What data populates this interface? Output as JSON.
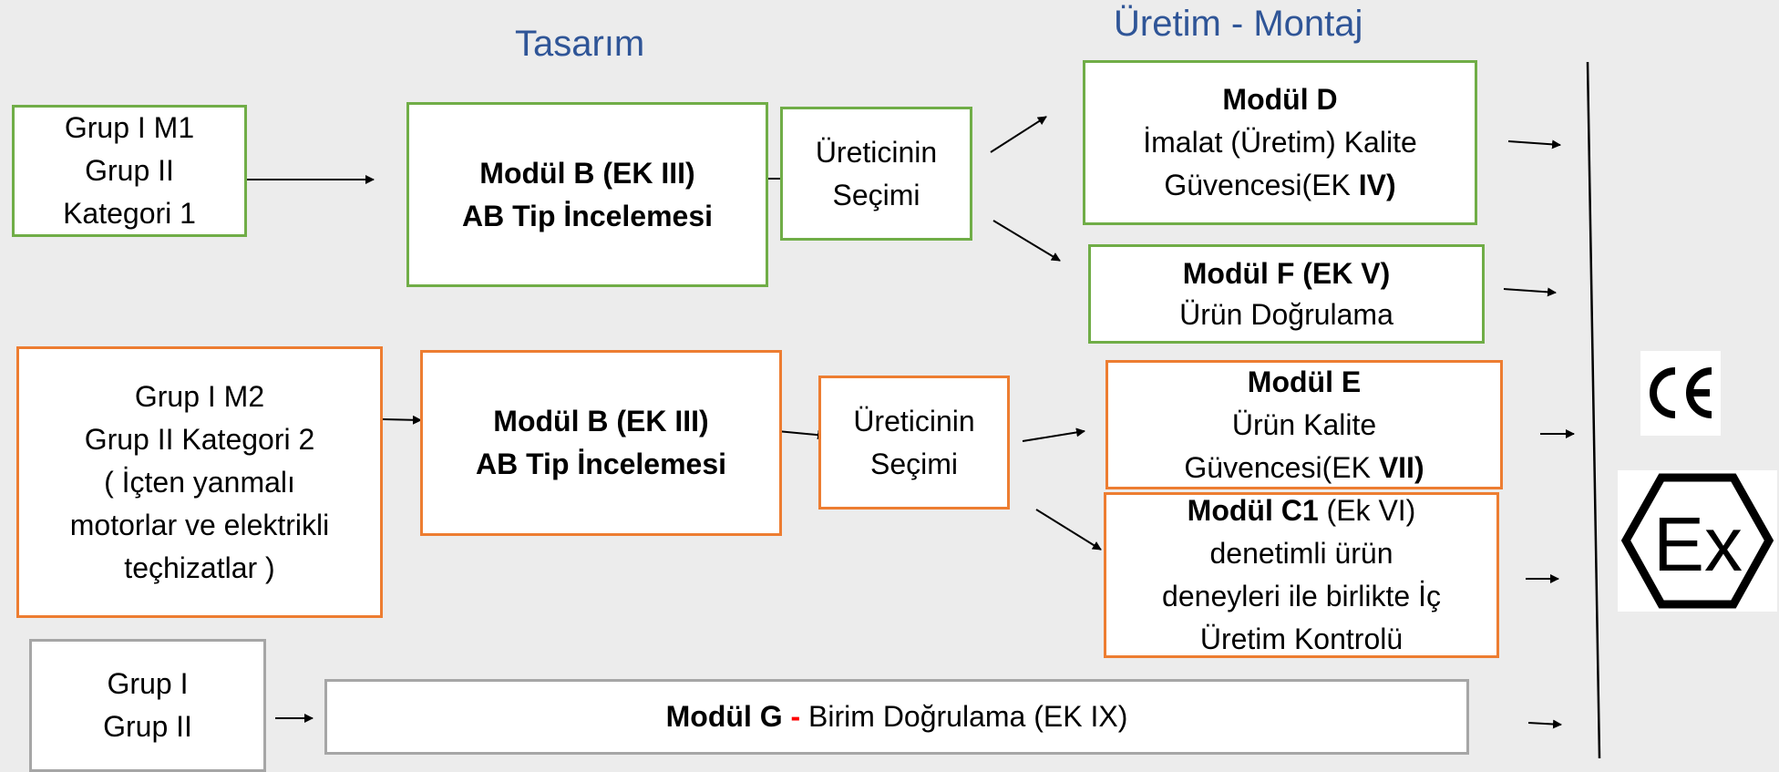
{
  "headers": {
    "design": "Tasarım",
    "production": "Üretim - Montaj"
  },
  "row1": {
    "groups": [
      "Grup I M1",
      "Grup II",
      "Kategori 1"
    ],
    "module_b": [
      "Modül B (EK III)",
      "AB Tip İncelemesi"
    ],
    "selection": [
      "Üreticinin",
      "Seçimi"
    ],
    "module_d": {
      "title": "Modül D",
      "line1": "İmalat (Üretim) Kalite",
      "line2_prefix": "Güvencesi(EK ",
      "line2_bold": "IV)"
    },
    "module_f": {
      "title": "Modül F (EK V)",
      "line1": "Ürün Doğrulama"
    }
  },
  "row2": {
    "groups": [
      "Grup I M2",
      "Grup II Kategori 2",
      "( İçten yanmalı",
      "motorlar ve elektrikli",
      "teçhizatlar )"
    ],
    "module_b": [
      "Modül B (EK III)",
      "AB Tip İncelemesi"
    ],
    "selection": [
      "Üreticinin",
      "Seçimi"
    ],
    "module_e": {
      "title": "Modül E",
      "line1": "Ürün Kalite",
      "line2_prefix": "Güvencesi(EK ",
      "line2_bold": "VII)"
    },
    "module_c1": {
      "title_bold": "Modül C1",
      "title_rest": " (Ek VI)",
      "line1": "denetimli ürün",
      "line2": "deneyleri ile birlikte İç",
      "line3": "Üretim Kontrolü"
    }
  },
  "row3": {
    "groups": [
      "Grup I",
      "Grup II"
    ],
    "module_g": {
      "bold": "Modül G",
      "dash": " - ",
      "rest": "Birim Doğrulama (EK IX)"
    }
  },
  "marks": {
    "ce": "CE",
    "ex": "Ex"
  }
}
